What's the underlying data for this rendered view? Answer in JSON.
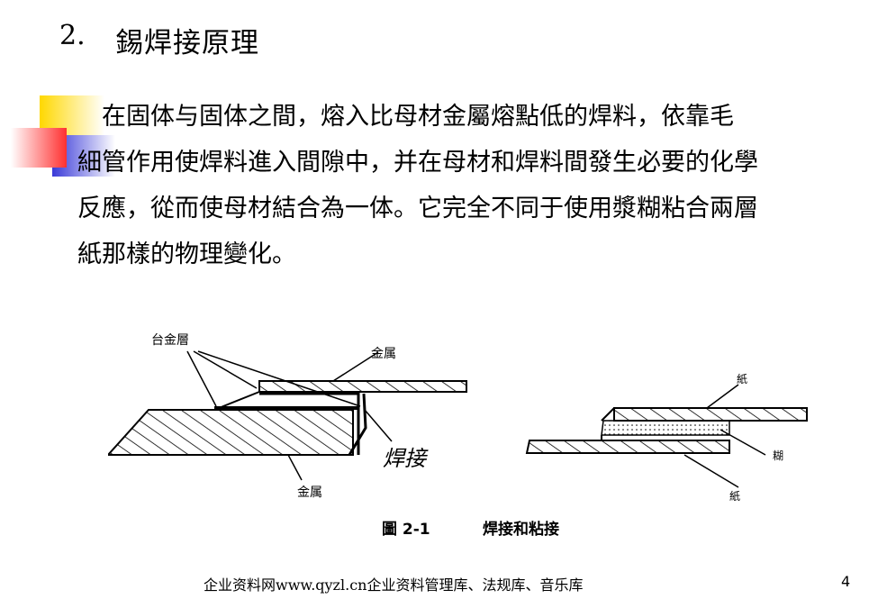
{
  "heading": {
    "number": "2.",
    "title": "錫焊接原理"
  },
  "paragraph": {
    "lines": [
      "　在固体与固体之間，熔入比母材金屬熔點低的焊料，依靠毛",
      "細管作用使焊料進入間隙中，并在母材和焊料間發生必要的化學",
      "反應，從而使母材結合為一体。它完全不同于使用漿糊粘合兩層",
      "紙那樣的物理變化。"
    ]
  },
  "figure": {
    "labels": {
      "alloy_layer": "台金層",
      "metal_top": "金属",
      "metal_bottom": "金属",
      "solder": "焊接",
      "paper_top": "紙",
      "paste": "糊",
      "paper_bottom": "紙"
    },
    "caption_number": "圖 2-1",
    "caption_text": "焊接和粘接"
  },
  "footer": {
    "text": "企业资料网www.qyzl.cn企业资料管理库、法规库、音乐库"
  },
  "page_number": "4",
  "colors": {
    "deco_yellow": "#ffd800",
    "deco_red": "#ff3030",
    "deco_blue": "#3a3ad8"
  }
}
